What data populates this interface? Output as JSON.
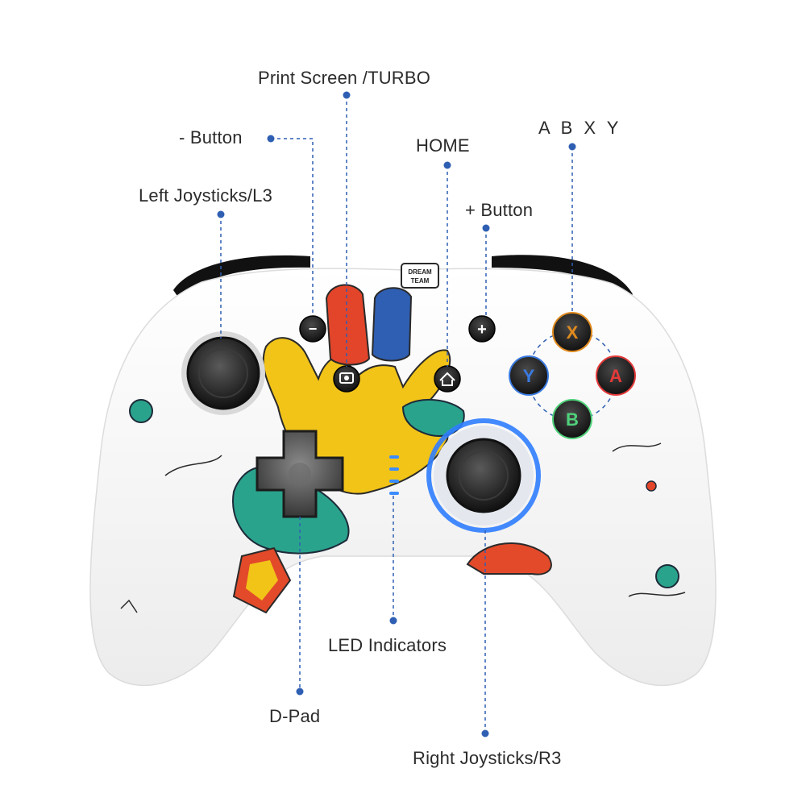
{
  "labels": {
    "print_screen": "Print Screen /TURBO",
    "minus_button": "- Button",
    "home": "HOME",
    "abxy": "A B X Y",
    "left_joystick": "Left Joysticks/L3",
    "plus_button": "+ Button",
    "led_indicators": "LED Indicators",
    "dpad": "D-Pad",
    "right_joystick": "Right Joysticks/R3"
  },
  "buttons": {
    "minus_glyph": "−",
    "plus_glyph": "+",
    "x": "X",
    "y": "Y",
    "a": "A",
    "b": "B"
  },
  "artwork": {
    "sign_text_1": "DREAM",
    "sign_text_2": "TEAM"
  },
  "colors": {
    "leader_line": "#2f5fb3",
    "leader_dot": "#2f5fb3",
    "body": "#f6f6f6",
    "button_x": "#e08a1e",
    "button_y": "#3a7be0",
    "button_a": "#e53a3a",
    "button_b": "#4fd17a",
    "right_ring": "#2f7dff"
  }
}
